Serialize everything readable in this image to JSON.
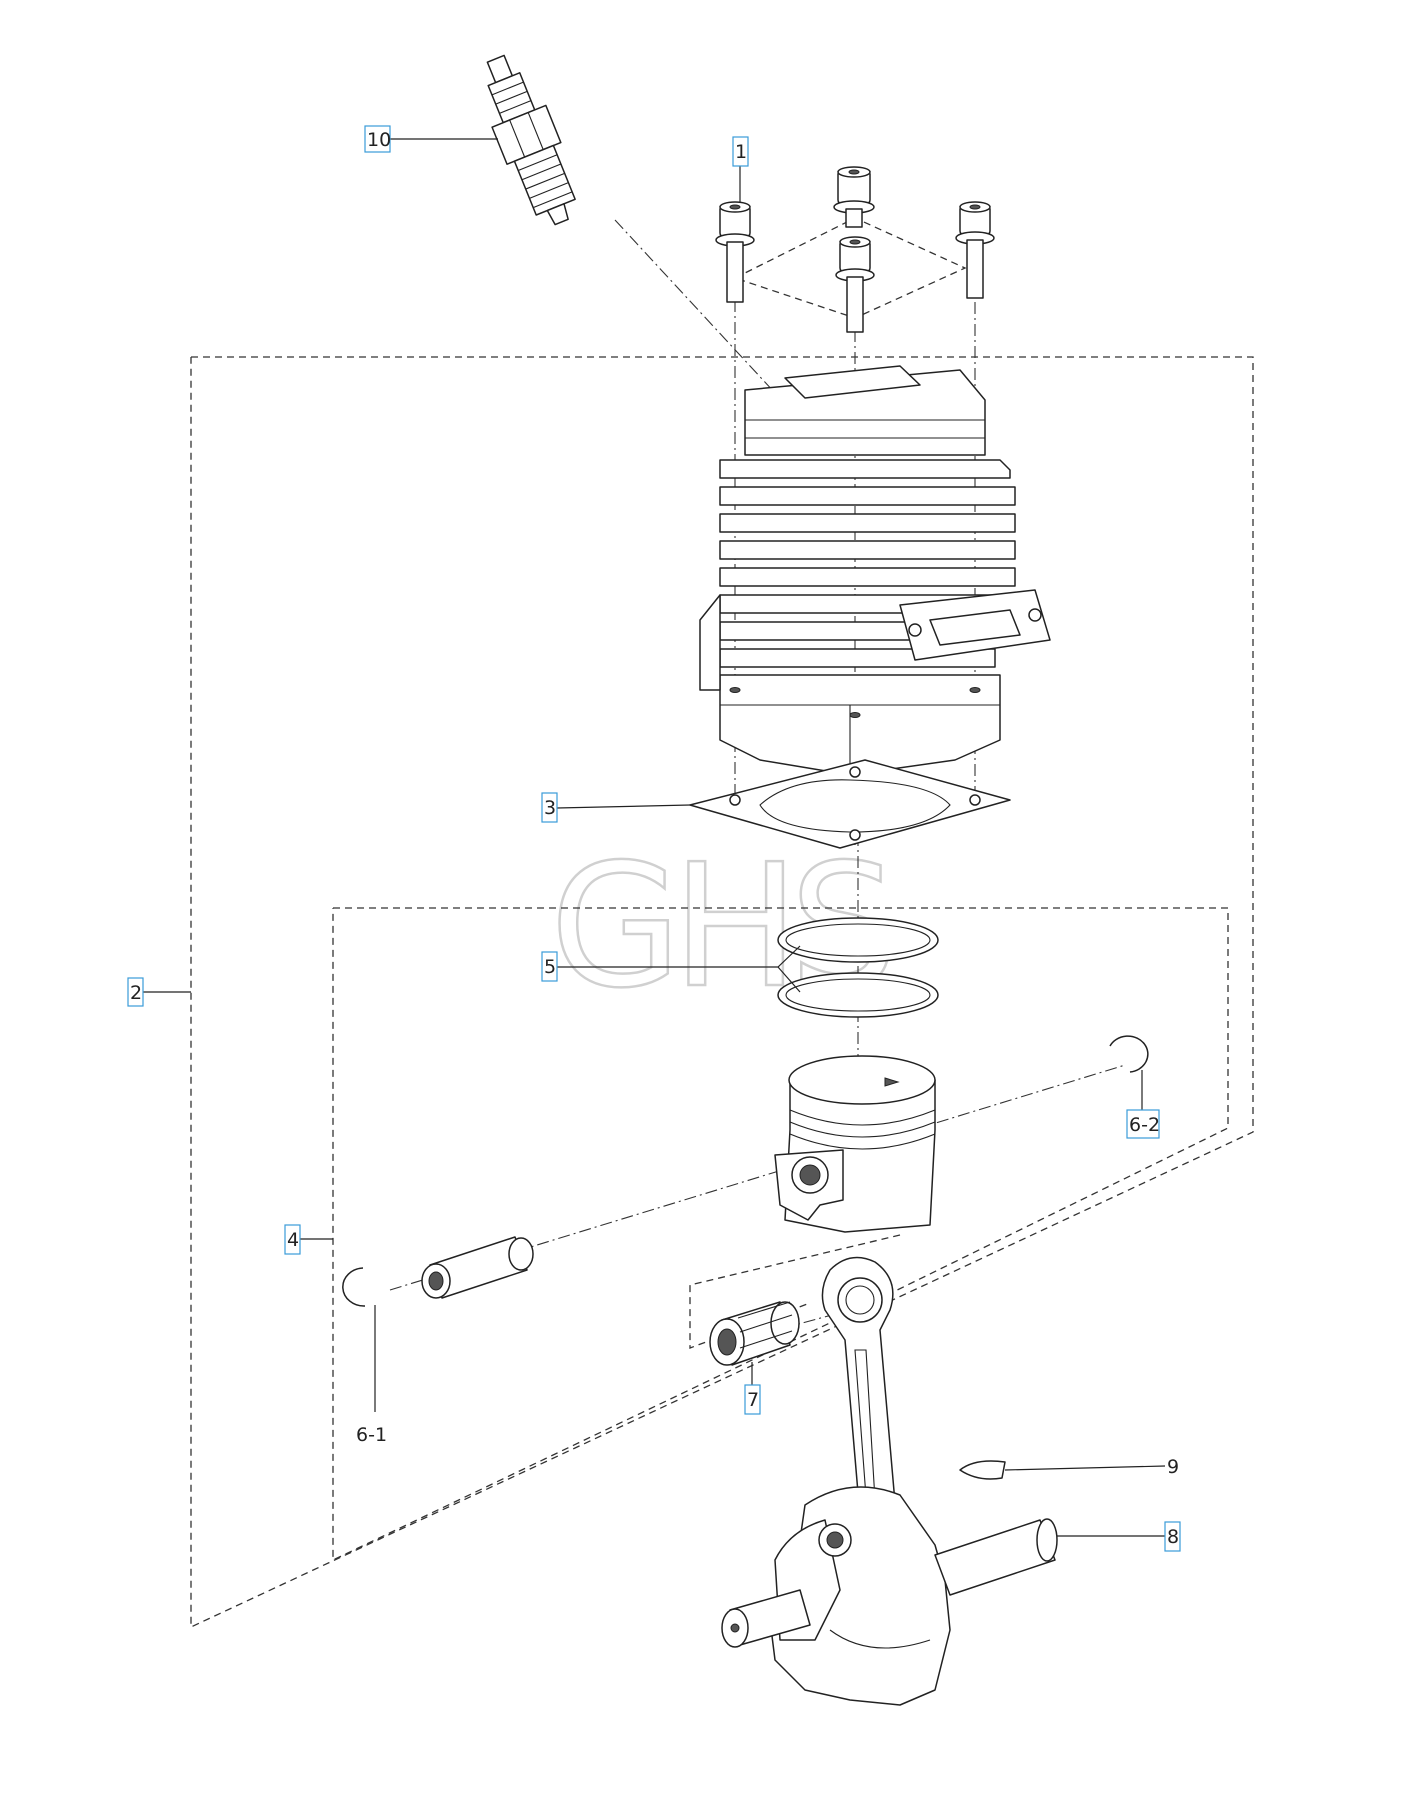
{
  "watermark": "GHS",
  "callouts": [
    {
      "id": "c1",
      "label": "1",
      "boxed": true
    },
    {
      "id": "c2",
      "label": "2",
      "boxed": true
    },
    {
      "id": "c3",
      "label": "3",
      "boxed": true
    },
    {
      "id": "c4",
      "label": "4",
      "boxed": true
    },
    {
      "id": "c5",
      "label": "5",
      "boxed": true
    },
    {
      "id": "c6_1",
      "label": "6-1",
      "boxed": false
    },
    {
      "id": "c6_2",
      "label": "6-2",
      "boxed": true
    },
    {
      "id": "c7",
      "label": "7",
      "boxed": true
    },
    {
      "id": "c8",
      "label": "8",
      "boxed": true
    },
    {
      "id": "c9",
      "label": "9",
      "boxed": false
    },
    {
      "id": "c10",
      "label": "10",
      "boxed": true
    }
  ],
  "colors": {
    "callout_border": "#3a9bd8",
    "line": "#222222",
    "watermark": "#cfcfcf"
  }
}
